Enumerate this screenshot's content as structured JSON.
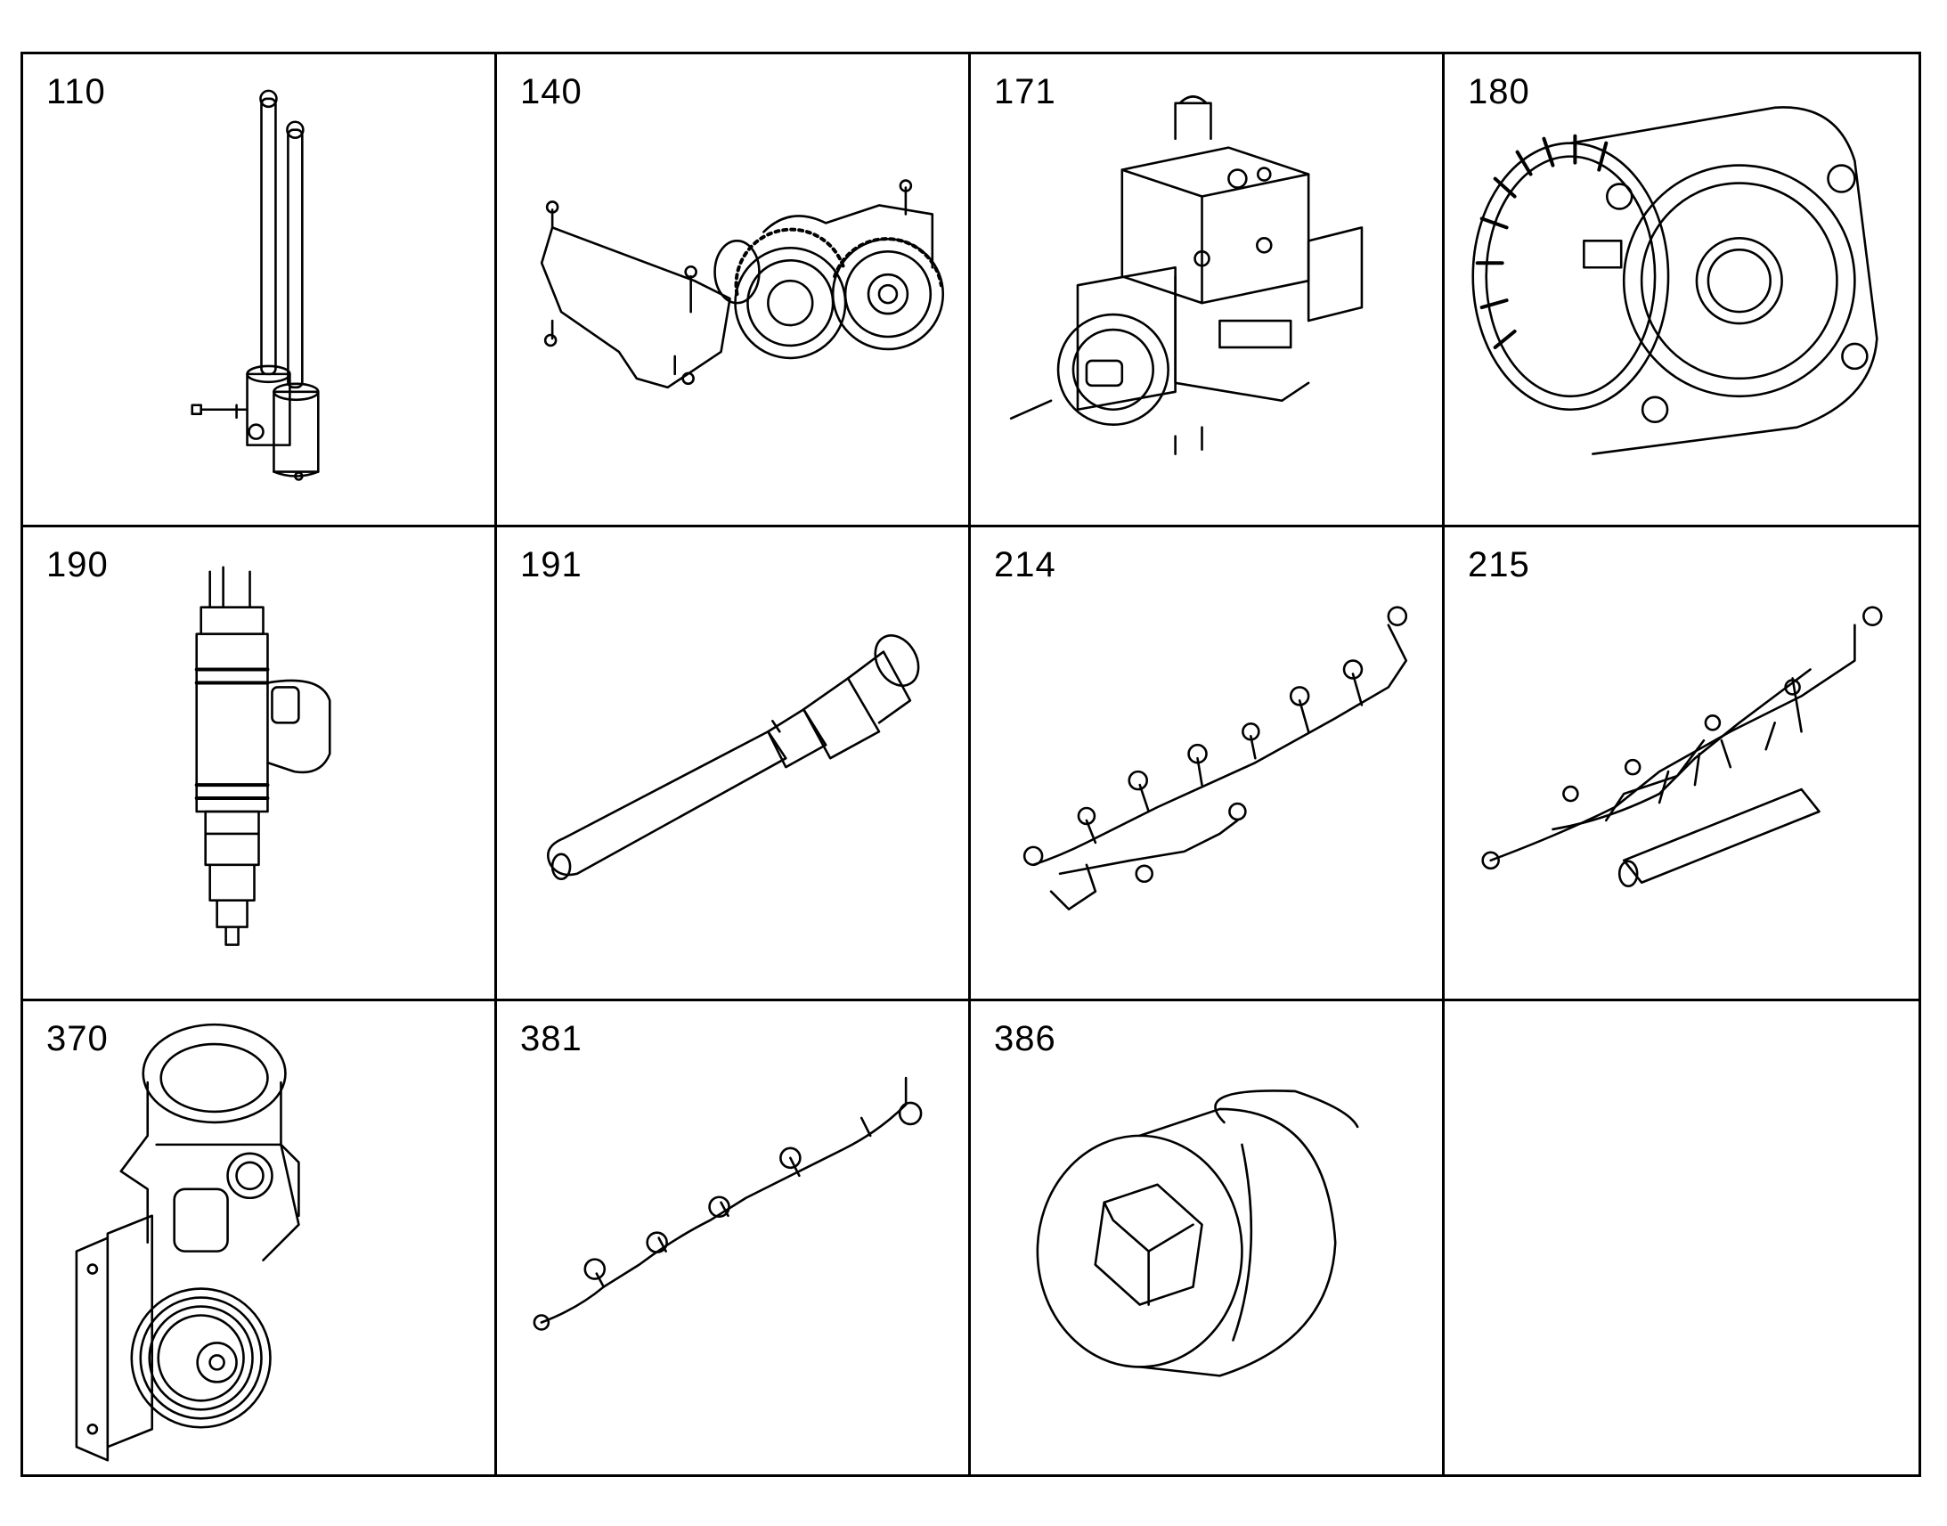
{
  "parts": [
    {
      "number": "110",
      "icon": "pushrod-pair-icon"
    },
    {
      "number": "140",
      "icon": "gear-drive-bracket-icon"
    },
    {
      "number": "171",
      "icon": "high-pressure-pump-icon"
    },
    {
      "number": "180",
      "icon": "gear-housing-icon"
    },
    {
      "number": "190",
      "icon": "fuel-injector-icon"
    },
    {
      "number": "191",
      "icon": "pressure-pipe-connector-icon"
    },
    {
      "number": "214",
      "icon": "wiring-harness-icon"
    },
    {
      "number": "215",
      "icon": "injection-lines-icon"
    },
    {
      "number": "370",
      "icon": "water-pump-housing-icon"
    },
    {
      "number": "381",
      "icon": "cable-harness-icon"
    },
    {
      "number": "386",
      "icon": "hex-socket-plug-icon"
    },
    {
      "number": "",
      "icon": ""
    }
  ]
}
